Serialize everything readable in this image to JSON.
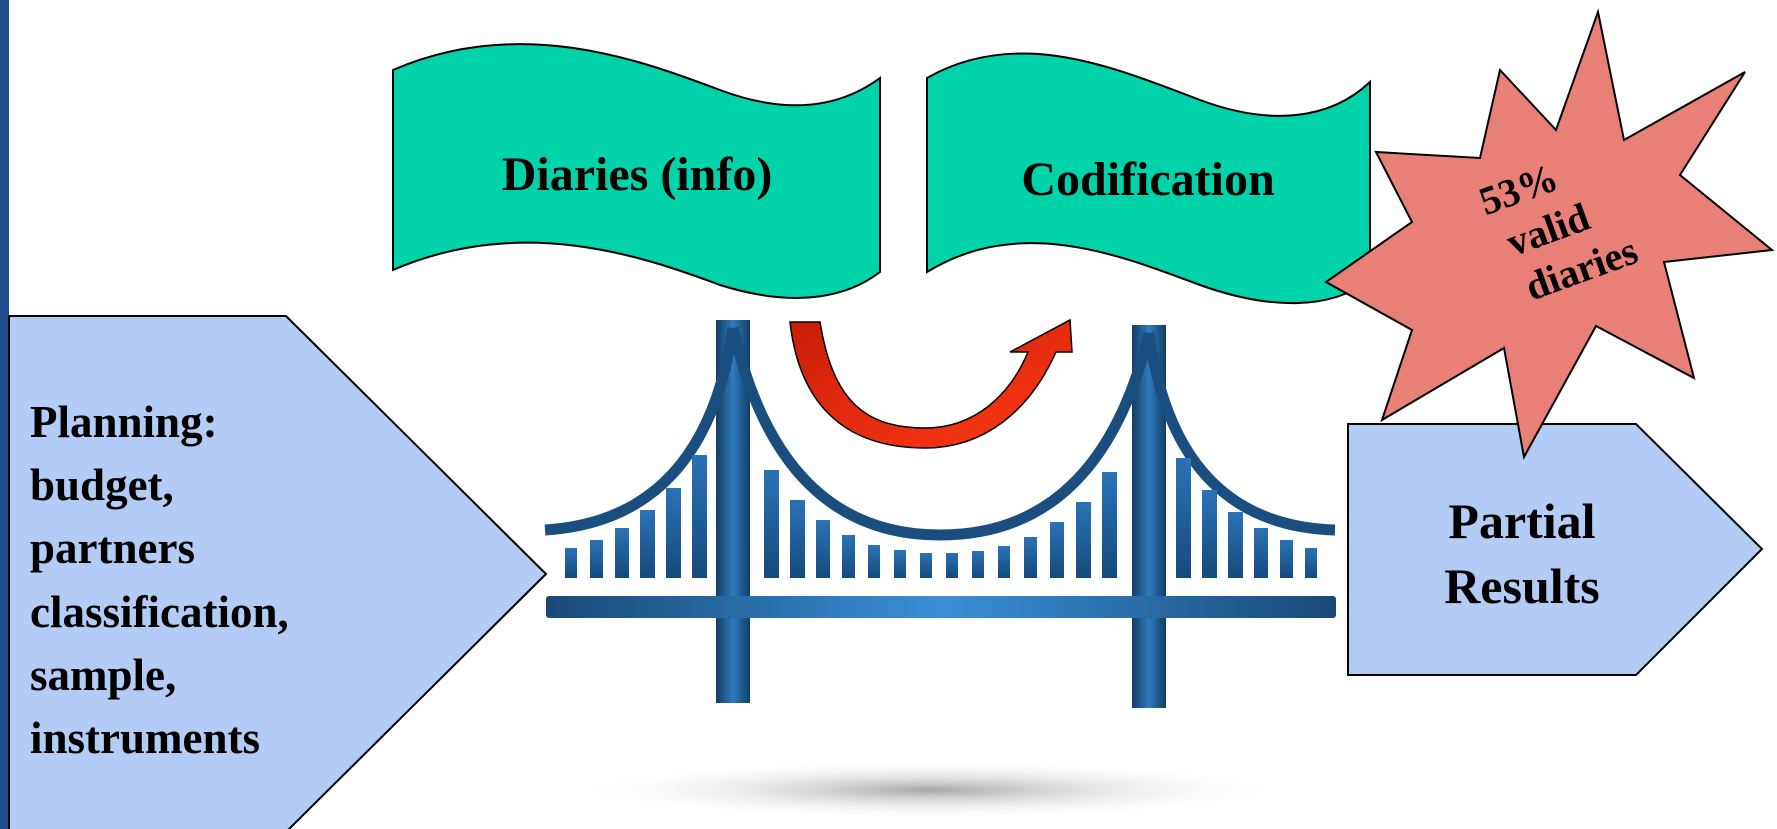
{
  "colors": {
    "wave_fill": "#00D3AA",
    "pentagon_fill": "#B3CCF5",
    "star_fill": "#E98078",
    "arrow_fill": "#E8290F",
    "bridge_dark": "#1A4E7E",
    "bridge_light": "#3C88C8",
    "left_bar": "#1F4C8C"
  },
  "icons": {
    "bridge": "suspension-bridge-icon",
    "arrow": "curved-arrow-icon",
    "star": "starburst-badge"
  },
  "planning": {
    "lines": [
      "Planning:",
      "budget,",
      "partners",
      "classification,",
      "sample,",
      "instruments"
    ]
  },
  "diaries": {
    "label": "Diaries (info)"
  },
  "codification": {
    "label": "Codification"
  },
  "partial_results": {
    "lines": [
      "Partial",
      "Results"
    ]
  },
  "badge": {
    "lines": [
      "53%",
      "valid",
      "diaries"
    ]
  }
}
